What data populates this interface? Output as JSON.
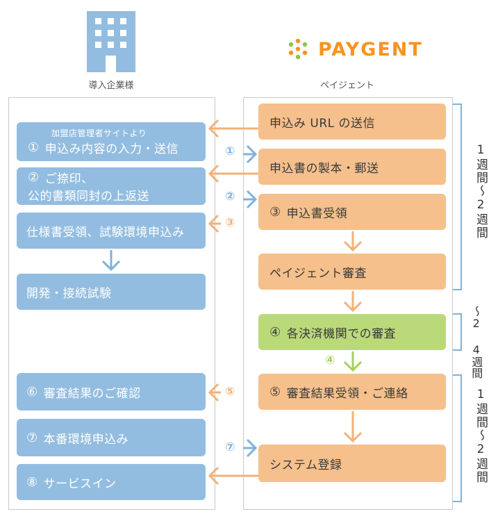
{
  "left_header": "導入企業様",
  "right_header": "ペイジェント",
  "brand": "PAYGENT",
  "colors": {
    "blue": "#93bde0",
    "orange": "#f5c08c",
    "green": "#bada7a",
    "arrow_blue": "#7fb1dc",
    "arrow_orange": "#f2b27a",
    "arrow_green": "#a8cf5e",
    "bracket": "#7fb1dc"
  },
  "left_steps": {
    "s1_small": "加盟店管理者サイトより",
    "s1_num": "①",
    "s1_main": "申込み内容の入力・送信",
    "s2_num": "②",
    "s2_line1": "ご捺印、",
    "s2_line2": "公的書類同封の上返送",
    "s3": "仕様書受領、試験環境申込み",
    "s4": "開発・接続試験",
    "s6_num": "⑥",
    "s6": "審査結果のご確認",
    "s7_num": "⑦",
    "s7": "本番環境申込み",
    "s8_num": "⑧",
    "s8": "サービスイン"
  },
  "right_steps": {
    "r1": "申込み URL の送信",
    "r2": "申込書の製本・郵送",
    "r3_num": "③",
    "r3": "申込書受領",
    "r4": "ペイジェント審査",
    "r5_num": "④",
    "r5": "各決済機関での審査",
    "r6_num": "⑤",
    "r6": "審査結果受領・ご連絡",
    "r7": "システム登録"
  },
  "badges": {
    "b1": "①",
    "b2": "②",
    "b3": "③",
    "b4": "④",
    "b5": "⑤",
    "b7": "⑦"
  },
  "durations": {
    "d1": "1週間〜2週間",
    "d2": "〜2 4週間",
    "d3": "1週間〜2週間"
  },
  "icons": {
    "building": "building-icon",
    "logo": "paygent-dots-logo"
  }
}
